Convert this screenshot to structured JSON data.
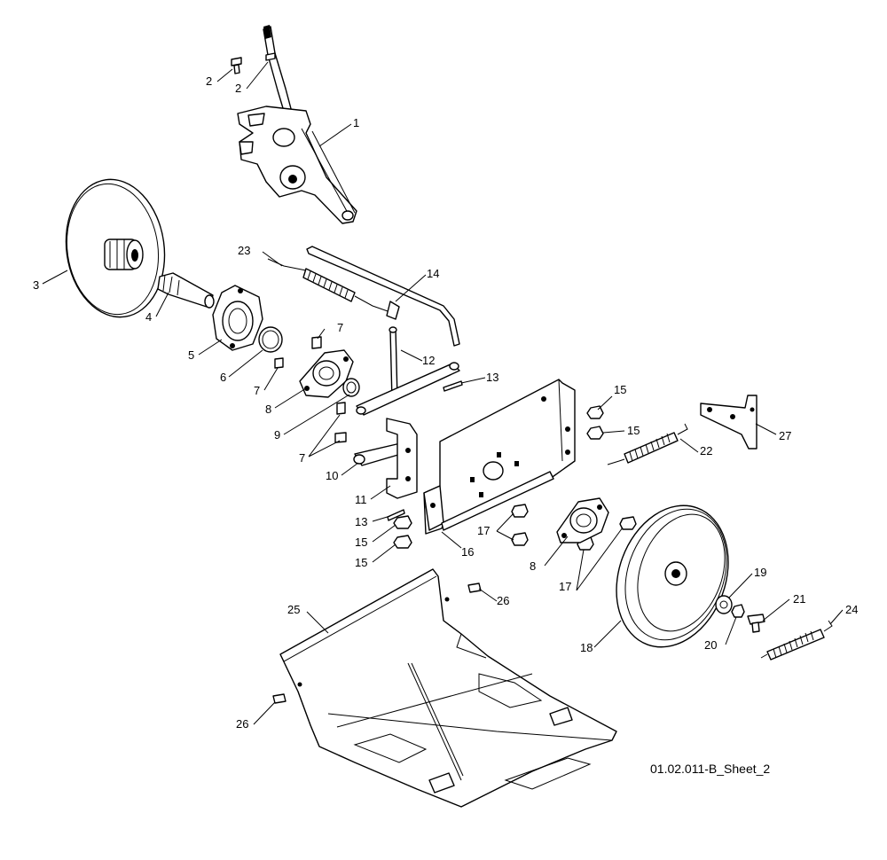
{
  "sheet_id": "01.02.011-B_Sheet_2",
  "callouts": [
    {
      "id": "c2a",
      "label": "2"
    },
    {
      "id": "c2b",
      "label": "2"
    },
    {
      "id": "c1",
      "label": "1"
    },
    {
      "id": "c3",
      "label": "3"
    },
    {
      "id": "c4",
      "label": "4"
    },
    {
      "id": "c5",
      "label": "5"
    },
    {
      "id": "c6",
      "label": "6"
    },
    {
      "id": "c7a",
      "label": "7"
    },
    {
      "id": "c7b",
      "label": "7"
    },
    {
      "id": "c7c",
      "label": "7"
    },
    {
      "id": "c8a",
      "label": "8"
    },
    {
      "id": "c8b",
      "label": "8"
    },
    {
      "id": "c9",
      "label": "9"
    },
    {
      "id": "c10",
      "label": "10"
    },
    {
      "id": "c11",
      "label": "11"
    },
    {
      "id": "c12",
      "label": "12"
    },
    {
      "id": "c13a",
      "label": "13"
    },
    {
      "id": "c13b",
      "label": "13"
    },
    {
      "id": "c14",
      "label": "14"
    },
    {
      "id": "c15a",
      "label": "15"
    },
    {
      "id": "c15b",
      "label": "15"
    },
    {
      "id": "c15c",
      "label": "15"
    },
    {
      "id": "c15d",
      "label": "15"
    },
    {
      "id": "c16",
      "label": "16"
    },
    {
      "id": "c17a",
      "label": "17"
    },
    {
      "id": "c17b",
      "label": "17"
    },
    {
      "id": "c18",
      "label": "18"
    },
    {
      "id": "c19",
      "label": "19"
    },
    {
      "id": "c20",
      "label": "20"
    },
    {
      "id": "c21",
      "label": "21"
    },
    {
      "id": "c22",
      "label": "22"
    },
    {
      "id": "c23",
      "label": "23"
    },
    {
      "id": "c24",
      "label": "24"
    },
    {
      "id": "c25",
      "label": "25"
    },
    {
      "id": "c26a",
      "label": "26"
    },
    {
      "id": "c26b",
      "label": "26"
    },
    {
      "id": "c27",
      "label": "27"
    }
  ]
}
